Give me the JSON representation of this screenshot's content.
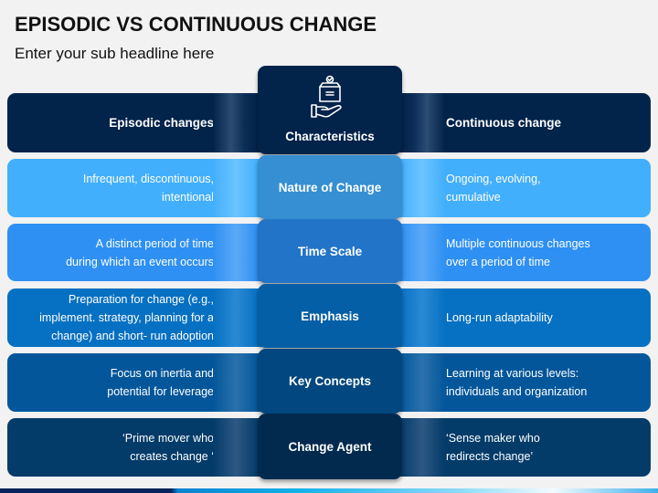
{
  "title": "EPISODIC VS CONTINUOUS CHANGE",
  "subtitle": "Enter your sub headline here",
  "header": {
    "left": "Episodic changes",
    "center": "Characteristics",
    "right": "Continuous change",
    "center_icon": "hand-holding-box-icon",
    "color": "#02234a"
  },
  "rows": [
    {
      "characteristic": "Nature of Change",
      "episodic": [
        "Infrequent, discontinuous,",
        "intentional"
      ],
      "continuous": [
        "Ongoing, evolving,",
        "cumulative"
      ],
      "row_color": "#42affc",
      "center_color": "#358fd2"
    },
    {
      "characteristic": "Time Scale",
      "episodic": [
        "A distinct period of time",
        "during which an event occurs"
      ],
      "continuous": [
        "Multiple continuous changes",
        "over a period of time"
      ],
      "row_color": "#2e90f2",
      "center_color": "#2274c8"
    },
    {
      "characteristic": "Emphasis",
      "episodic": [
        "Preparation for change (e.g.,",
        "implement. strategy, planning for a",
        "change) and short- run adoption"
      ],
      "continuous": [
        "Long-run adaptability"
      ],
      "row_color": "#0670c2",
      "center_color": "#055fa6"
    },
    {
      "characteristic": "Key Concepts",
      "episodic": [
        "Focus on inertia and",
        "potential for leverage"
      ],
      "continuous": [
        "Learning at various levels:",
        "individuals and organization"
      ],
      "row_color": "#03569a",
      "center_color": "#02477f"
    },
    {
      "characteristic": "Change Agent",
      "episodic": [
        "‘Prime mover who",
        "creates change ‘"
      ],
      "continuous": [
        "‘Sense maker who",
        "redirects change’"
      ],
      "row_color": "#033b69",
      "center_color": "#022a4e"
    }
  ]
}
